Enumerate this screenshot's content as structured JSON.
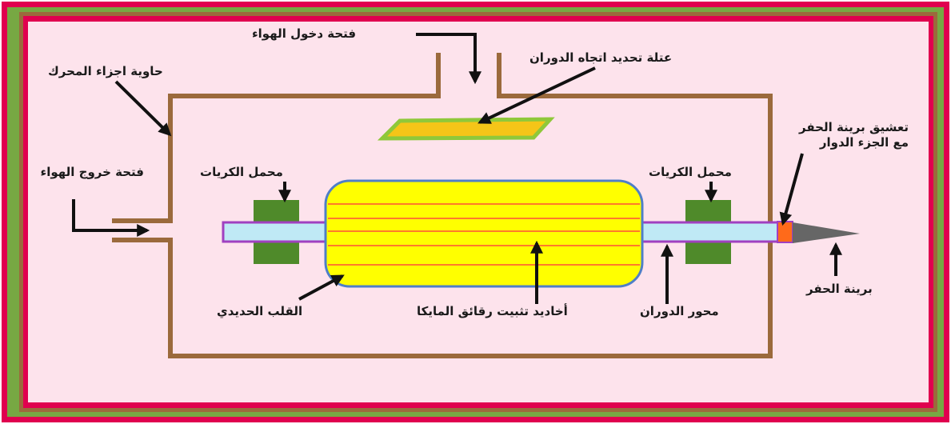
{
  "labels": {
    "air_inlet": "فتحة دخول الهواء",
    "direction_block": "عتلة تحديد اتجاه الدوران",
    "motor_housing": "حاوية اجزاء المحرك",
    "air_outlet": "فتحة خروج الهواء",
    "bearing_left": "محمل الكريات",
    "bearing_right": "محمل الكريات",
    "bit_coupling": "تعشيق برينة الحفر مع الجزء الدوار",
    "iron_core": "القلب الحديدي",
    "mica_grooves": "أخاديد تثبيت رقائق المايكا",
    "rotation_shaft": "محور الدوران",
    "drill_bit": "برينة الحفر"
  },
  "colors": {
    "frame_outer": "#e0004f",
    "frame_green": "#77a843",
    "frame_brown": "#9b6a3c",
    "background": "#fde3ec",
    "housing": "#9b6a3c",
    "core_fill": "#ffff00",
    "core_border": "#4f7fc7",
    "grooves": "#ff7a2b",
    "shaft_fill": "#bfe9f5",
    "shaft_border": "#a040c0",
    "bearing_fill": "#4f8a2a",
    "block_fill": "#f5c518",
    "block_border": "#8fc83a",
    "coupling": "#ff6a1a",
    "bit": "#666666"
  }
}
